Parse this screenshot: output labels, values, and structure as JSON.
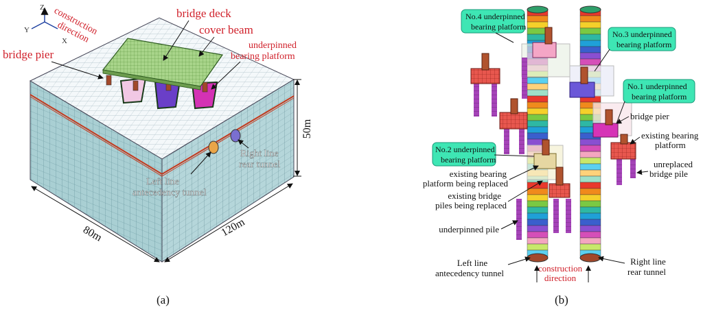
{
  "panel_a": {
    "caption": "(a)",
    "axes": {
      "z": "Z",
      "y": "Y",
      "x": "X"
    },
    "construction_direction": [
      "construction",
      "direction"
    ],
    "labels": {
      "bridge_deck": "bridge deck",
      "cover_beam": "cover beam",
      "bridge_pier": "bridge pier",
      "underpinned_bearing_platform": [
        "underpinned",
        "bearing platform"
      ],
      "right_line_rear_tunnel": [
        "Right line",
        "rear tunnel"
      ],
      "left_line_antecedency_tunnel": [
        "Left line",
        "antecedency tunnel"
      ]
    },
    "dimensions": {
      "height": "50m",
      "width": "80m",
      "length": "120m"
    }
  },
  "panel_b": {
    "caption": "(b)",
    "callouts": {
      "no4": [
        "No.4 underpinned",
        "bearing platform"
      ],
      "no3": [
        "No.3 underpinned",
        "bearing platform"
      ],
      "no1": [
        "No.1 underpinned",
        "bearing platform"
      ],
      "no2": [
        "No.2 underpinned",
        "bearing platform"
      ]
    },
    "labels": {
      "bridge_pier": "bridge pier",
      "existing_bearing_platform": [
        "existing bearing",
        "platform"
      ],
      "unreplaced_bridge_pile": [
        "unreplaced",
        "bridge pile"
      ],
      "existing_platform_replaced": [
        "existing bearing",
        "platform being replaced"
      ],
      "existing_piles_replaced": [
        "existing bridge",
        "piles being replaced"
      ],
      "underpinned_pile": "underpinned pile",
      "left_line_antecedency_tunnel": [
        "Left line",
        "antecedency tunnel"
      ],
      "construction_direction": [
        "construction",
        "direction"
      ],
      "right_line_rear_tunnel": [
        "Right line",
        "rear tunnel"
      ]
    },
    "ring_colors": [
      "#e8392c",
      "#f08a1c",
      "#f5d02a",
      "#7ac943",
      "#2eb8a4",
      "#1fa0d8",
      "#3a5fcd",
      "#8a4fd1",
      "#d54fb8",
      "#f4a6c0",
      "#c8e86b",
      "#5bd0f0",
      "#ffd27a",
      "#9fe0c8"
    ]
  }
}
